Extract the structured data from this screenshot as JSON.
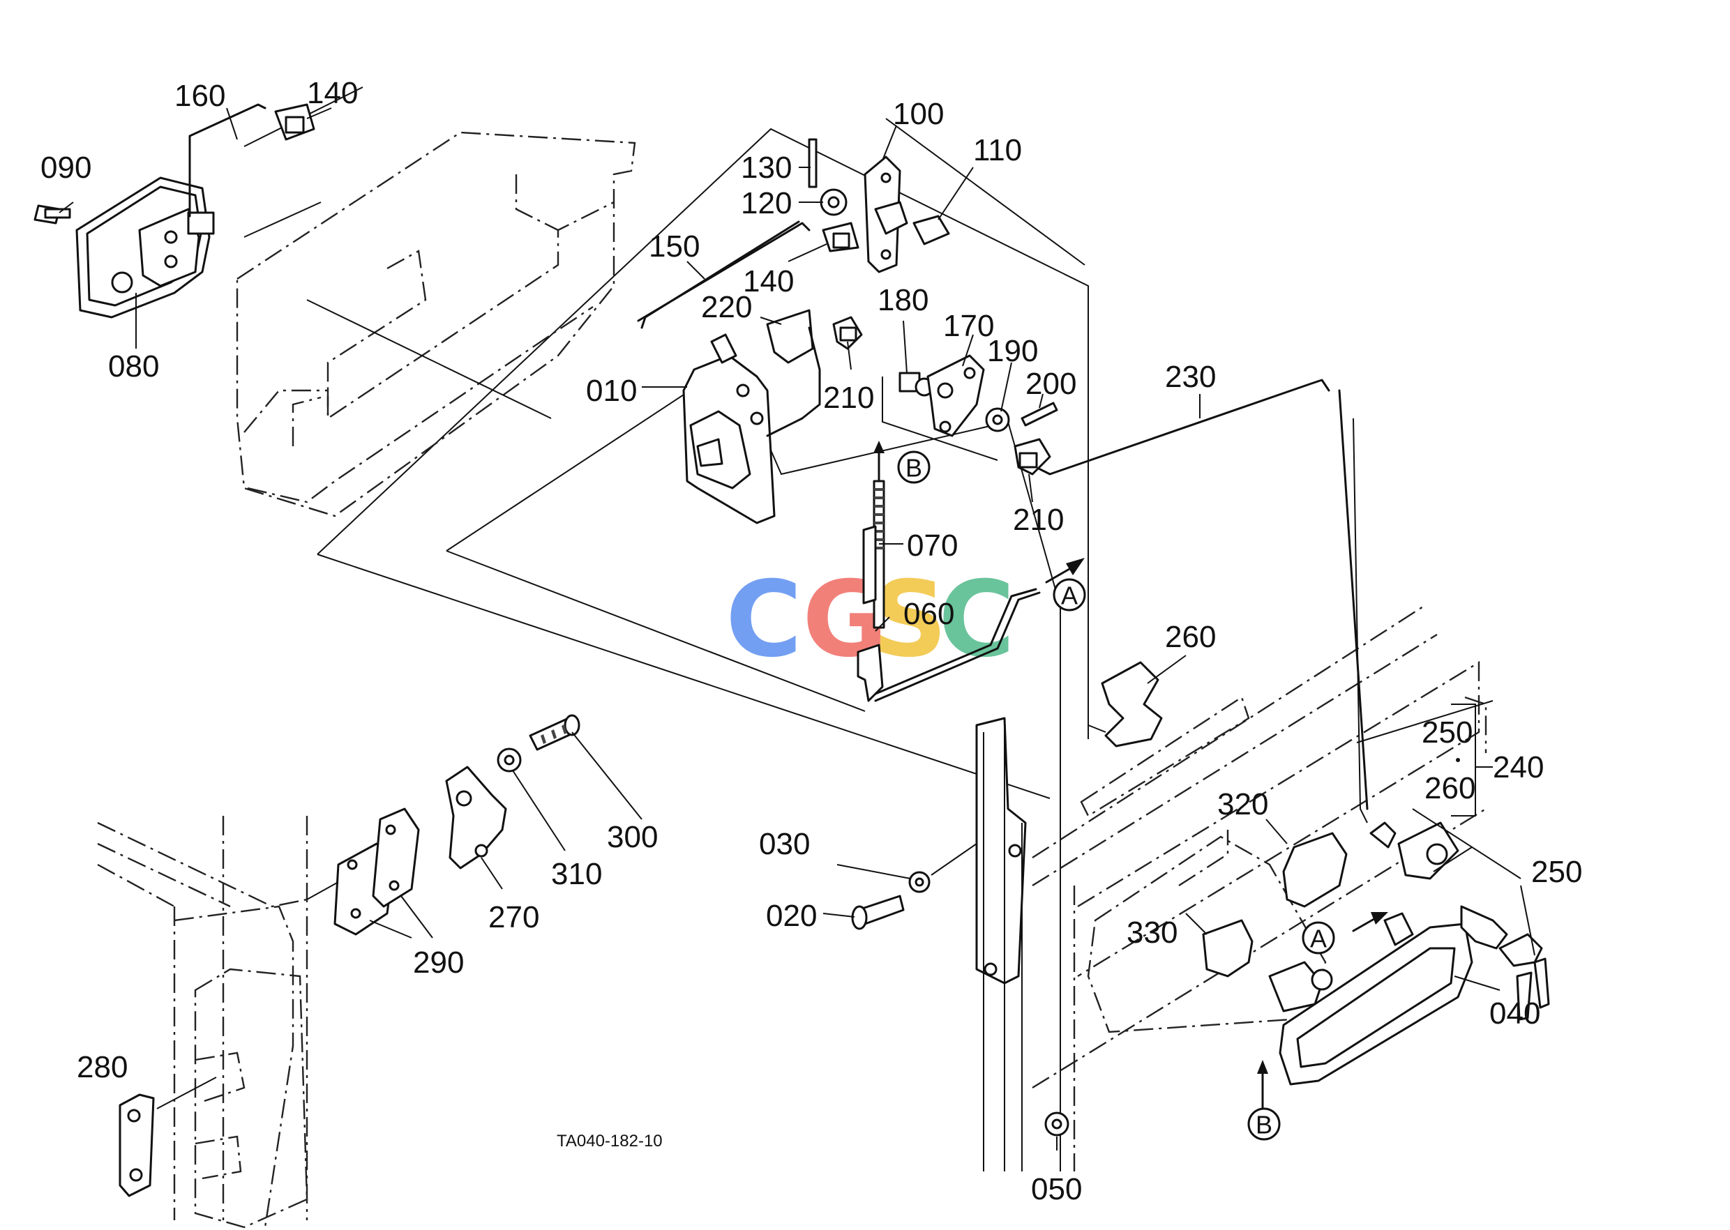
{
  "diagram": {
    "code": "TA040-182-10",
    "watermark": {
      "letters": [
        "C",
        "G",
        "S",
        "C"
      ],
      "colors": [
        "#5b8ff0",
        "#ef6a62",
        "#f2c23a",
        "#4fb98a"
      ]
    },
    "labels": {
      "l160": "160",
      "l140a": "140",
      "l090": "090",
      "l080": "080",
      "l100": "100",
      "l130": "130",
      "l110": "110",
      "l120": "120",
      "l150": "150",
      "l140b": "140",
      "l220": "220",
      "l180": "180",
      "l170": "170",
      "l190": "190",
      "l200": "200",
      "l230": "230",
      "l010": "010",
      "l210a": "210",
      "l210b": "210",
      "l070": "070",
      "l060": "060",
      "l260a": "260",
      "l250a": "250",
      "l240": "240",
      "l260b": "260",
      "l250b": "250",
      "l320": "320",
      "l330": "330",
      "l040": "040",
      "l030": "030",
      "l020": "020",
      "l050": "050",
      "l300": "300",
      "l310": "310",
      "l270": "270",
      "l290": "290",
      "l280": "280"
    },
    "markers": {
      "A": "A",
      "B": "B"
    }
  }
}
